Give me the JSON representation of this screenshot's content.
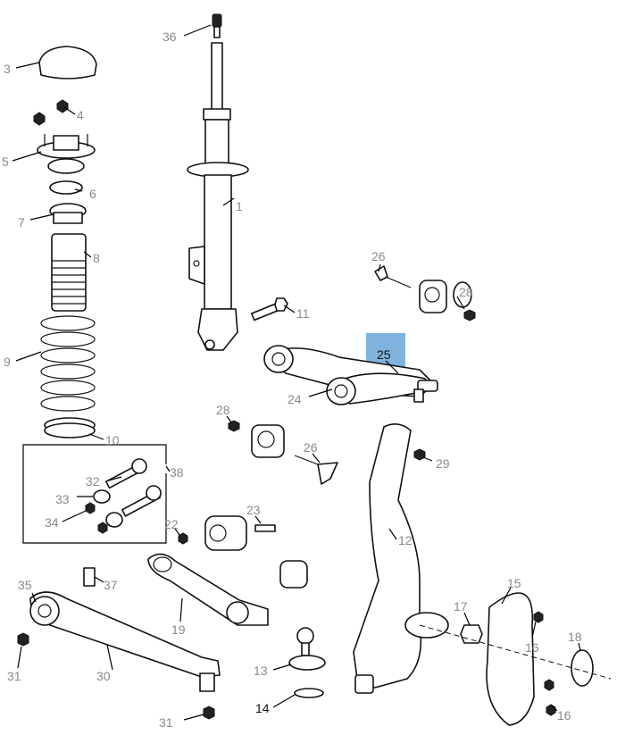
{
  "colors": {
    "label": "#8a8a8a",
    "label_emphasis": "#111111",
    "highlight": "#7fb2dd",
    "line": "#111111"
  },
  "labels": [
    {
      "id": "1",
      "text": "1"
    },
    {
      "id": "3",
      "text": "3"
    },
    {
      "id": "4",
      "text": "4"
    },
    {
      "id": "5",
      "text": "5"
    },
    {
      "id": "6",
      "text": "6"
    },
    {
      "id": "7",
      "text": "7"
    },
    {
      "id": "8",
      "text": "8"
    },
    {
      "id": "9",
      "text": "9"
    },
    {
      "id": "10",
      "text": "10"
    },
    {
      "id": "11",
      "text": "11"
    },
    {
      "id": "12",
      "text": "12"
    },
    {
      "id": "13",
      "text": "13"
    },
    {
      "id": "14",
      "text": "14",
      "emphasis": true
    },
    {
      "id": "15",
      "text": "15"
    },
    {
      "id": "16a",
      "text": "16"
    },
    {
      "id": "16b",
      "text": "16"
    },
    {
      "id": "17",
      "text": "17"
    },
    {
      "id": "18",
      "text": "18"
    },
    {
      "id": "19",
      "text": "19"
    },
    {
      "id": "22",
      "text": "22"
    },
    {
      "id": "23",
      "text": "23"
    },
    {
      "id": "24",
      "text": "24"
    },
    {
      "id": "25",
      "text": "25",
      "emphasis": true,
      "highlighted": true
    },
    {
      "id": "26a",
      "text": "26"
    },
    {
      "id": "26b",
      "text": "26"
    },
    {
      "id": "28a",
      "text": "28"
    },
    {
      "id": "28b",
      "text": "28"
    },
    {
      "id": "29",
      "text": "29"
    },
    {
      "id": "30",
      "text": "30"
    },
    {
      "id": "31a",
      "text": "31"
    },
    {
      "id": "31b",
      "text": "31"
    },
    {
      "id": "32",
      "text": "32"
    },
    {
      "id": "33",
      "text": "33"
    },
    {
      "id": "34",
      "text": "34"
    },
    {
      "id": "35",
      "text": "35"
    },
    {
      "id": "36",
      "text": "36"
    },
    {
      "id": "37",
      "text": "37"
    },
    {
      "id": "38",
      "text": "38"
    }
  ]
}
